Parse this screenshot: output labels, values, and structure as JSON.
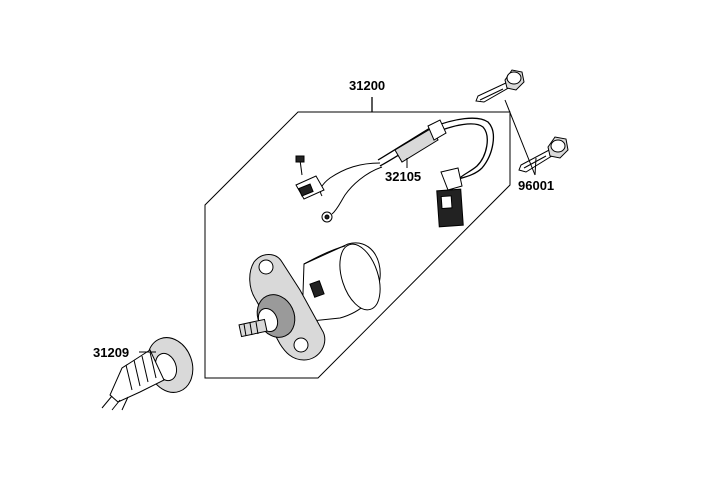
{
  "diagram": {
    "type": "exploded-parts-diagram",
    "labels": {
      "assembly": "31200",
      "wire_harness": "32105",
      "bolts": "96001",
      "starter_clutch": "31209"
    },
    "line_color": "#000000",
    "background": "#ffffff",
    "icons": [
      "starter-motor-icon",
      "wire-harness-icon",
      "bolt-icon",
      "starter-clutch-gear-icon"
    ]
  }
}
